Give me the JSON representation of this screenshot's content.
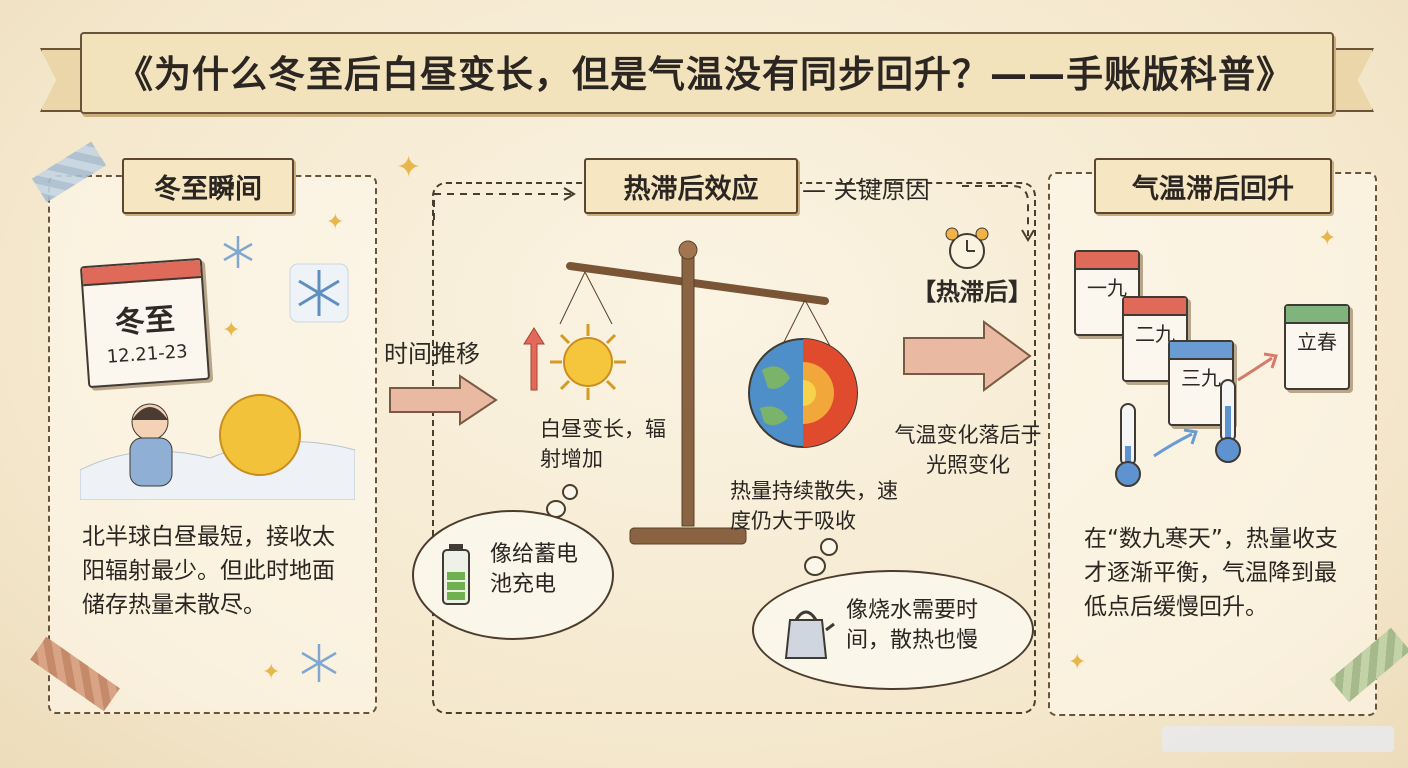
{
  "title": "《为什么冬至后白昼变长，但是气温没有同步回升？——手账版科普》",
  "panel_left": {
    "heading": "冬至瞬间",
    "calendar_title": "冬至",
    "calendar_date": "12.21-23",
    "description": "北半球白昼最短，接收太阳辐射最少。但此时地面储存热量未散尽。"
  },
  "panel_middle": {
    "heading": "热滞后效应",
    "heading_suffix": "— 关键原因",
    "arrow_label": "时间推移",
    "left_pan_text": "白昼变长，辐射增加",
    "right_pan_text": "热量持续散失，速度仍大于吸收",
    "tag": "【热滞后】",
    "lag_text": "气温变化落后于光照变化",
    "cloud_battery": "像给蓄电池充电",
    "cloud_kettle": "像烧水需要时间，散热也慢"
  },
  "panel_right": {
    "heading": "气温滞后回升",
    "calendars": [
      "一九",
      "二九",
      "三九",
      "立春"
    ],
    "description": "在“数九寒天”，热量收支才逐渐平衡，气温降到最低点后缓慢回升。"
  },
  "icons": [
    "snowflake-icon",
    "sun-icon",
    "earth-icon",
    "alarm-clock-icon",
    "battery-icon",
    "kettle-icon",
    "thermometer-icon",
    "calendar-icon",
    "balance-scale-icon",
    "arrow-icon",
    "star-icon"
  ],
  "colors": {
    "accent_red": "#e06a5a",
    "accent_blue": "#6a9bd3",
    "sun_yellow": "#f2c23a",
    "paper": "#f6ecd6"
  }
}
